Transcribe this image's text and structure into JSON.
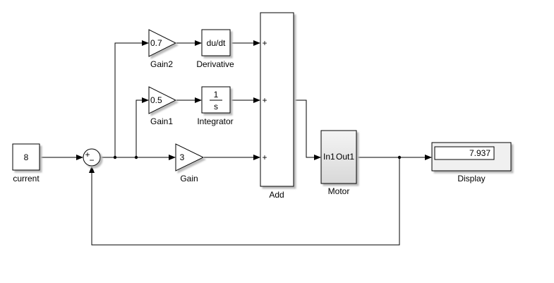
{
  "blocks": {
    "current": {
      "value": "8",
      "label": "current"
    },
    "sum": {
      "signs": [
        "+",
        "−"
      ]
    },
    "gain2": {
      "value": "0.7",
      "label": "Gain2"
    },
    "gain1": {
      "value": "0.5",
      "label": "Gain1"
    },
    "gain": {
      "value": "3",
      "label": "Gain"
    },
    "derivative": {
      "text": "du/dt",
      "label": "Derivative"
    },
    "integrator": {
      "numerator": "1",
      "denominator": "s",
      "label": "Integrator"
    },
    "add": {
      "label": "Add",
      "port_signs": [
        "+",
        "+",
        "+"
      ]
    },
    "motor": {
      "in_port": "In1",
      "out_port": "Out1",
      "label": "Motor"
    },
    "display": {
      "value": "7.937",
      "label": "Display"
    }
  }
}
